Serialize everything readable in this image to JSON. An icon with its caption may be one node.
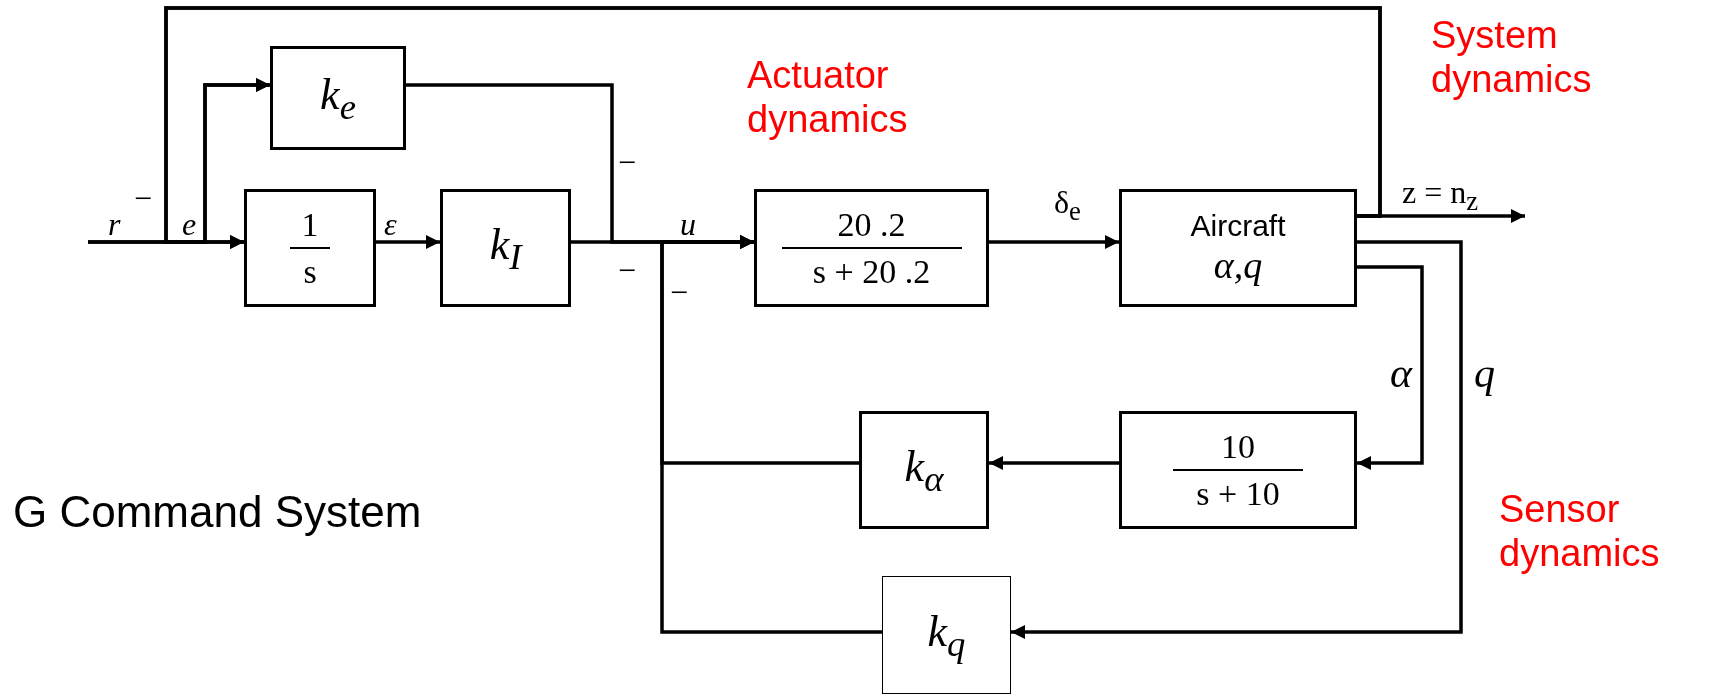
{
  "diagram": {
    "title": "G Command System",
    "nodes": [
      {
        "text": [
          "k$_{e}$"
        ]
      },
      {
        "text": [
          "1",
          "s"
        ]
      },
      {
        "text": [
          "k$_{I}$"
        ]
      },
      {
        "text": [
          "20 .2",
          "s + 20 .2"
        ],
        "beside": [
          "Actuator dynamics"
        ]
      },
      {
        "text": [
          "Aircraft",
          "α,q"
        ],
        "beside": [
          "System dynamics"
        ]
      },
      {
        "text": [
          "10",
          "s + 10"
        ],
        "beside": [
          "Sensor dynamics"
        ]
      },
      {
        "text": [
          "k$_{α}$"
        ]
      },
      {
        "text": [
          "k$_{q}$"
        ]
      }
    ],
    "edges": [
      {
        "from": null,
        "to": 1,
        "arrow": "to"
      },
      {
        "from": null,
        "to": 0,
        "arrow": "to"
      },
      {
        "from": 4,
        "to": 1,
        "arrow": "to"
      },
      {
        "from": 4,
        "to": 0,
        "arrow": "to"
      },
      {
        "from": 0,
        "to": 3,
        "arrow": "to"
      },
      {
        "from": 1,
        "to": 2,
        "arrow": "to",
        "label": "ε"
      },
      {
        "from": 2,
        "to": 3,
        "arrow": "to"
      },
      {
        "from": 3,
        "to": 4,
        "arrow": "to",
        "label": "δ$_{e}$"
      },
      {
        "from": 4,
        "to": null,
        "arrow": "to",
        "label": "z = n$_{z}$"
      },
      {
        "from": 4,
        "to": 5,
        "arrow": "to",
        "label": "α"
      },
      {
        "from": 4,
        "to": 7,
        "arrow": "to",
        "label": "q"
      },
      {
        "from": 5,
        "to": 6,
        "arrow": "to"
      },
      {
        "from": 6,
        "to": 3,
        "arrow": "to"
      },
      {
        "from": 7,
        "to": 3,
        "arrow": "to"
      }
    ],
    "labels": [
      "−",
      "−",
      "r",
      "e",
      "u",
      "−",
      "−"
    ]
  }
}
